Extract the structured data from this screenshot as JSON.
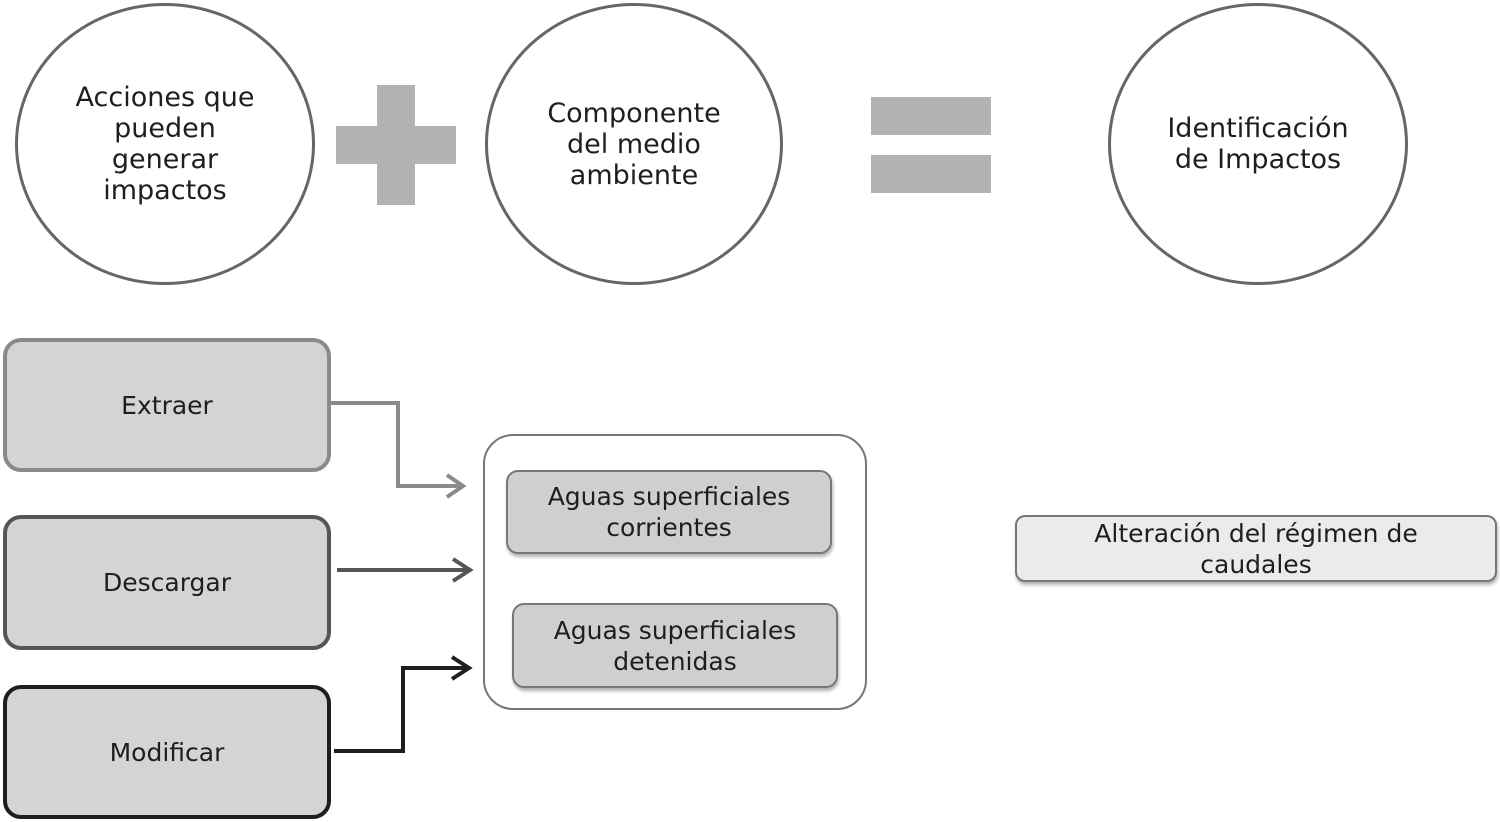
{
  "title_row": {
    "acciones": "Acciones que\npueden\ngenerar\nimpactos",
    "componente": "Componente\ndel medio\nambiente",
    "identificacion": "Identificación\nde Impactos",
    "plus_icon": "plus-sign",
    "equals_icon": "equals-sign"
  },
  "actions": [
    {
      "label": "Extraer",
      "border_color": "#8a8a8a"
    },
    {
      "label": "Descargar",
      "border_color": "#555555"
    },
    {
      "label": "Modificar",
      "border_color": "#1e1e1e"
    }
  ],
  "components": [
    {
      "label": "Aguas superficiales\ncorrientes"
    },
    {
      "label": "Aguas superficiales\ndetenidas"
    }
  ],
  "impact": {
    "label": "Alteración del régimen de\ncaudales"
  },
  "colors": {
    "symbol_gray": "#b3b3b3",
    "box_fill": "#d4d4d4",
    "impact_fill": "#ebebeb"
  }
}
